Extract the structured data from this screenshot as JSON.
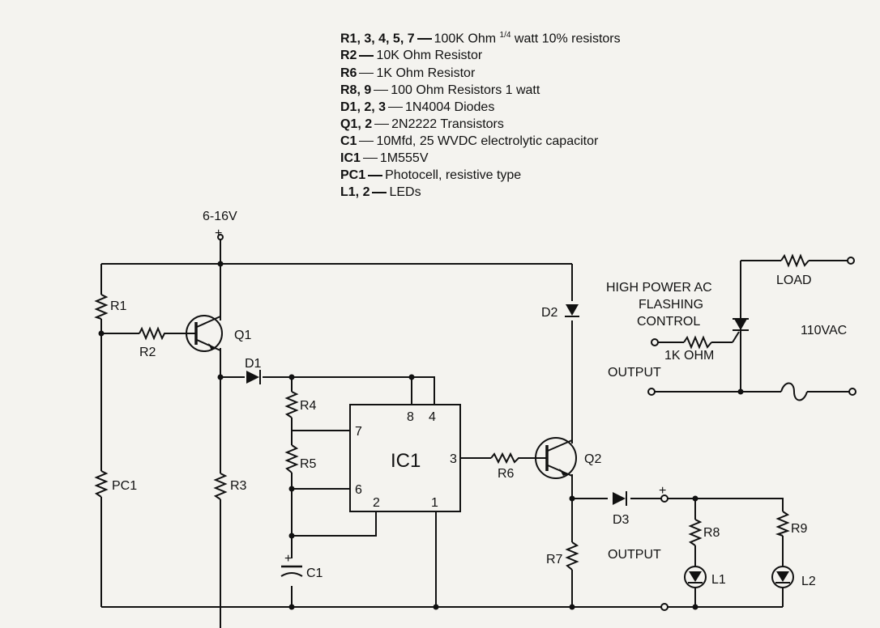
{
  "parts_list": [
    {
      "ref": "R1, 3, 4, 5, 7",
      "pre": "100K Ohm ",
      "frac": "1/4",
      "post": " watt 10% resistors"
    },
    {
      "ref": "R2",
      "desc": "10K Ohm Resistor"
    },
    {
      "ref": "R6",
      "desc": "1K Ohm Resistor"
    },
    {
      "ref": "R8, 9",
      "desc": "100 Ohm Resistors 1 watt"
    },
    {
      "ref": "D1, 2, 3",
      "desc": "1N4004 Diodes"
    },
    {
      "ref": "Q1, 2",
      "desc": "2N2222 Transistors"
    },
    {
      "ref": "C1",
      "desc": "10Mfd, 25 WVDC electrolytic capacitor"
    },
    {
      "ref": "IC1",
      "desc": "1M555V"
    },
    {
      "ref": "PC1",
      "desc": "Photocell, resistive type"
    },
    {
      "ref": "L1, 2",
      "desc": "LEDs"
    }
  ],
  "schematic": {
    "supply": "6-16V",
    "plus": "+",
    "R1": "R1",
    "R2": "R2",
    "R3": "R3",
    "R4": "R4",
    "R5": "R5",
    "R6": "R6",
    "R7": "R7",
    "R8": "R8",
    "R9": "R9",
    "PC1": "PC1",
    "Q1": "Q1",
    "Q2": "Q2",
    "D1": "D1",
    "D2": "D2",
    "D3": "D3",
    "C1": "C1",
    "L1": "L1",
    "L2": "L2",
    "ic_name": "IC1",
    "pin8": "8",
    "pin4": "4",
    "pin7": "7",
    "pin6": "6",
    "pin3": "3",
    "pin2": "2",
    "pin1": "1",
    "output_low": "OUTPUT",
    "ac": {
      "title_line1": "HIGH POWER AC",
      "title_line2": "FLASHING",
      "title_line3": "CONTROL",
      "load": "LOAD",
      "mains": "110VAC",
      "resistor": "1K OHM",
      "output": "OUTPUT"
    }
  }
}
